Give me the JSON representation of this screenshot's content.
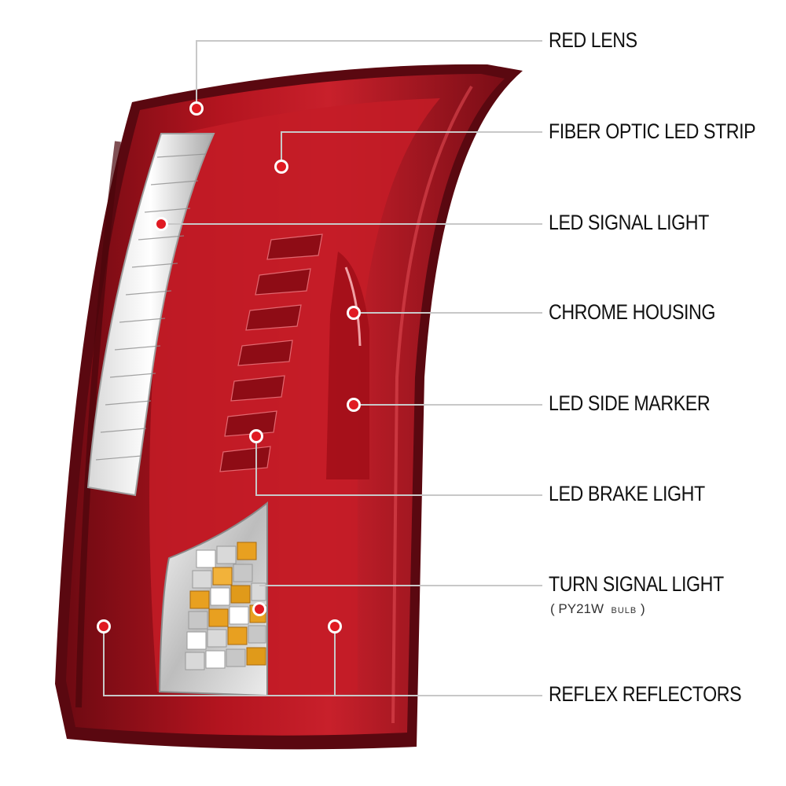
{
  "callouts": {
    "red_lens": "RED LENS",
    "fiber_optic": "FIBER OPTIC LED STRIP",
    "led_signal": "LED SIGNAL LIGHT",
    "chrome_housing": "CHROME HOUSING",
    "led_side_marker": "LED SIDE MARKER",
    "led_brake": "LED BRAKE LIGHT",
    "turn_signal": "TURN SIGNAL LIGHT",
    "turn_signal_open": "( ",
    "turn_signal_bulb_model": "PY21W",
    "turn_signal_bulb_word": "BULB",
    "turn_signal_close": " )",
    "reflex": "REFLEX REFLECTORS"
  },
  "colors": {
    "lens_dark": "#7a0d16",
    "lens_red": "#b3141f",
    "lens_bright": "#d9303a",
    "leader_line": "#c8c8c8",
    "marker_red": "#e01a22",
    "amber": "#e8a020"
  }
}
